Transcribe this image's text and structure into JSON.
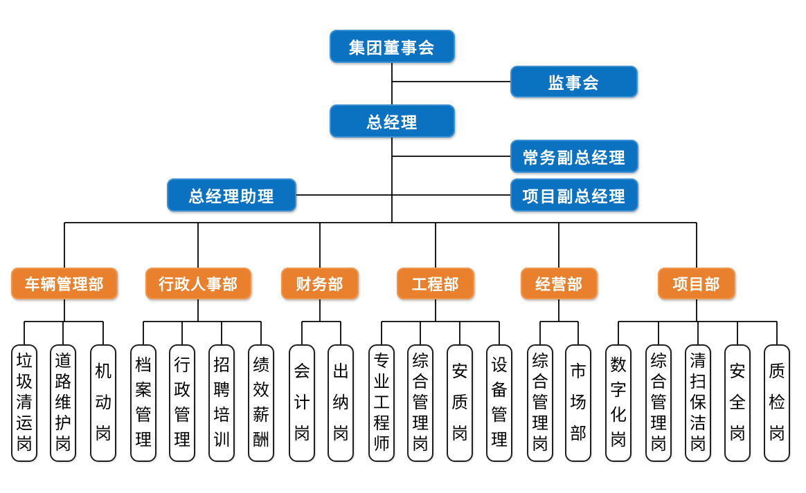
{
  "colors": {
    "executive_blue": "#0b71c1",
    "executive_blue_border": "#3e92d3",
    "department_orange": "#e8802e",
    "department_orange_border": "#f0954d",
    "position_border": "#1f1f1f",
    "connector_line": "#000000",
    "background": "#ffffff"
  },
  "org": {
    "board": "集团董事会",
    "supervisory": "监事会",
    "general_manager": "总经理",
    "exec_deputy_gm": "常务副总经理",
    "gm_assistant": "总经理助理",
    "project_deputy_gm": "项目副总经理",
    "departments": [
      {
        "label": "车辆管理部",
        "positions": [
          "垃圾清运岗",
          "道路维护岗",
          "机动岗"
        ]
      },
      {
        "label": "行政人事部",
        "positions": [
          "档案管理",
          "行政管理",
          "招聘培训",
          "绩效薪酬"
        ]
      },
      {
        "label": "财务部",
        "positions": [
          "会计岗",
          "出纳岗"
        ]
      },
      {
        "label": "工程部",
        "positions": [
          "专业工程师",
          "综合管理岗",
          "安质岗",
          "设备管理"
        ]
      },
      {
        "label": "经营部",
        "positions": [
          "综合管理岗",
          "市场部"
        ]
      },
      {
        "label": "项目部",
        "positions": [
          "数字化岗",
          "综合管理岗",
          "清扫保洁岗",
          "安全岗",
          "质检岗"
        ]
      }
    ]
  }
}
